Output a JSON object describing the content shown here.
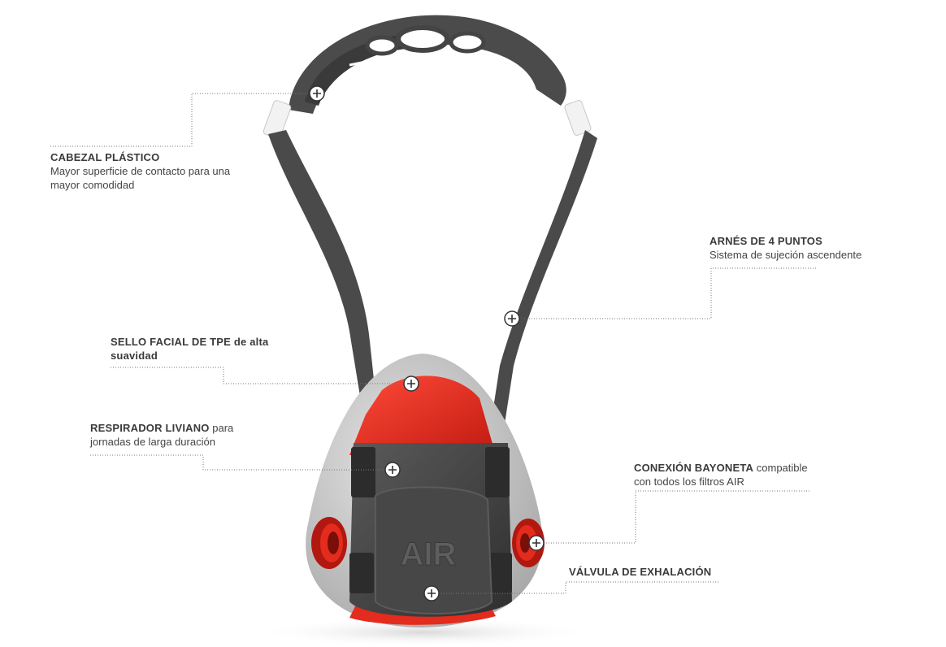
{
  "colors": {
    "accent_red": "#e32b1e",
    "shell_gray": "#c8c8c8",
    "strap_gray": "#4a4a4a",
    "frame_dark": "#3b3b3b",
    "text": "#3a3a3a"
  },
  "product": {
    "logo_text": "AIR"
  },
  "callouts": {
    "cabezal": {
      "title": "CABEZAL PLÁSTICO",
      "desc_line1": "Mayor superficie de contacto para una",
      "desc_line2": "mayor comodidad"
    },
    "arnes": {
      "title": "ARNÉS DE 4 PUNTOS",
      "desc": "Sistema de sujeción ascendente"
    },
    "sello": {
      "title": "SELLO FACIAL DE TPE de alta",
      "title_line2": "suavidad"
    },
    "respirador": {
      "title": "RESPIRADOR LIVIANO",
      "title_suffix": " para",
      "desc": "jornadas de larga duración"
    },
    "conexion": {
      "title": "CONEXIÓN BAYONETA",
      "title_suffix": " compatible",
      "desc": "con todos los filtros AIR"
    },
    "valvula": {
      "title": "VÁLVULA DE EXHALACIÓN"
    }
  },
  "icons": {
    "marker": "plus-circle-icon"
  }
}
